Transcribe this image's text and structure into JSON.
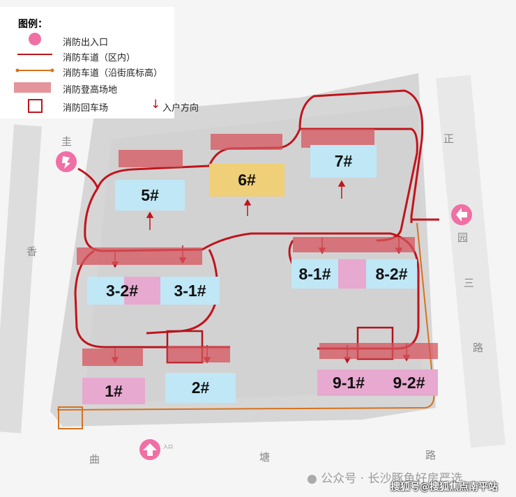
{
  "legend": {
    "title": "图例：",
    "items": [
      {
        "label": "消防出入口",
        "icon": "fire-entrance-icon"
      },
      {
        "label": "消防车道（区内）",
        "icon": "red-line-icon"
      },
      {
        "label": "消防车道（沿街底标高）",
        "icon": "orange-line-icon"
      },
      {
        "label": "消防登高场地",
        "icon": "red-pad-icon"
      },
      {
        "label": "消防回车场",
        "icon": "square-icon"
      },
      {
        "label": "入户方向",
        "icon": "down-arrow-icon"
      }
    ]
  },
  "buildings": {
    "b5": "5#",
    "b6": "6#",
    "b7": "7#",
    "b8_1": "8-1#",
    "b8_2": "8-2#",
    "b3_2": "3-2#",
    "b3_1": "3-1#",
    "b1": "1#",
    "b2": "2#",
    "b9_1": "9-1#",
    "b9_2": "9-2#"
  },
  "roads": {
    "left": [
      "圭",
      "香"
    ],
    "right": [
      "正",
      "园",
      "三",
      "路"
    ],
    "bottom": [
      "曲",
      "塘",
      "路"
    ]
  },
  "entrance_label": "入口",
  "watermark": {
    "line1": "公众号 · 长沙豚鱼好房严选",
    "line2": "搜狐号@搜狐焦点南平站"
  },
  "colors": {
    "fire_road": "#c0141c",
    "street_road": "#d4731e",
    "entrance": "#f06fa4",
    "pad": "#d6545c"
  }
}
